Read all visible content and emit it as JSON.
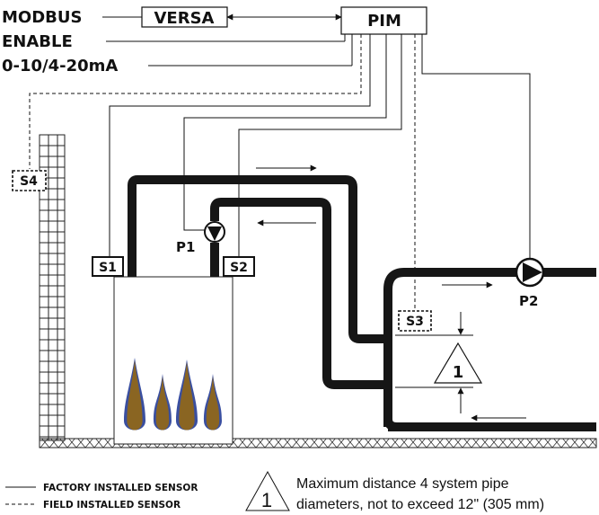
{
  "labels": {
    "modbus": "MODBUS",
    "enable": "ENABLE",
    "signal": "0-10/4-20mA",
    "versa": "VERSA",
    "pim": "PIM"
  },
  "sensors": {
    "s1": "S1",
    "s2": "S2",
    "s3": "S3",
    "s4": "S4"
  },
  "pumps": {
    "p1": "P1",
    "p2": "P2"
  },
  "callout": {
    "number": "1"
  },
  "legend": {
    "factory": "FACTORY INSTALLED SENSOR",
    "field": "FIELD INSTALLED SENSOR",
    "note_number": "1",
    "note_line1": "Maximum distance 4 system pipe",
    "note_line2": "diameters, not to exceed 12\" (305 mm)"
  },
  "colors": {
    "pipe": "#161616",
    "flame_outer": "#3a4fa0",
    "flame_inner": "#8a6522",
    "line": "#111111"
  },
  "icons": [
    "pump-icon",
    "flame-icon",
    "triangle-callout-icon",
    "flow-arrow-icon"
  ]
}
